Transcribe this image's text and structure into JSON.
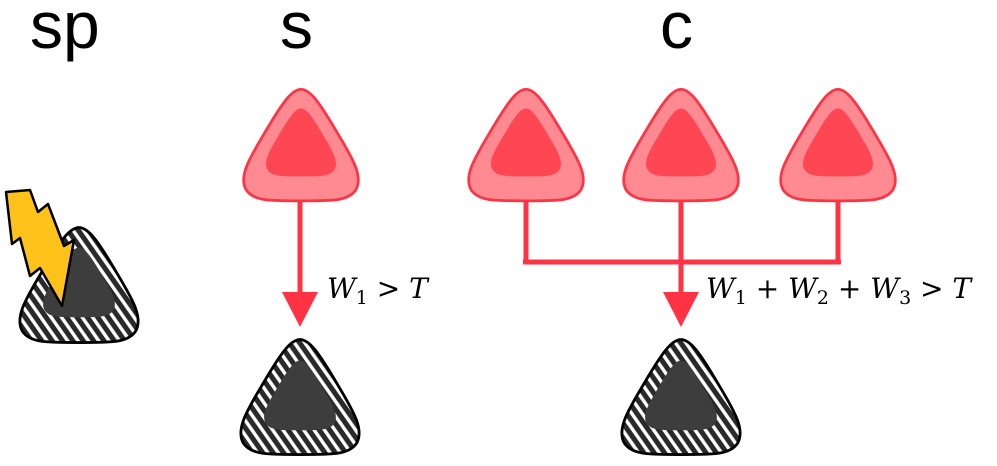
{
  "labels": {
    "spontaneous": "sp",
    "single": "s",
    "combined": "c"
  },
  "equations": {
    "single": {
      "w": "W",
      "sub": "1",
      "op": " > ",
      "t": "T"
    },
    "combined": {
      "w1": "W",
      "s1": "1",
      "plus1": " + ",
      "w2": "W",
      "s2": "2",
      "plus2": " + ",
      "w3": "W",
      "s3": "3",
      "op": " > ",
      "t": "T"
    }
  },
  "colors": {
    "active_outer": "#ff8a92",
    "active_inner": "#ff4754",
    "active_stroke": "#ff3344",
    "connection": "#ff3344",
    "inactive_body": "#3d3d3d",
    "inactive_stroke": "#000000",
    "lightning_fill": "#ffc21a",
    "lightning_stroke": "#000000"
  },
  "icons": {
    "active_neuron": "red-triangle-neuron-icon",
    "inactive_neuron": "hatched-neuron-icon",
    "stimulus": "lightning-bolt-icon"
  }
}
